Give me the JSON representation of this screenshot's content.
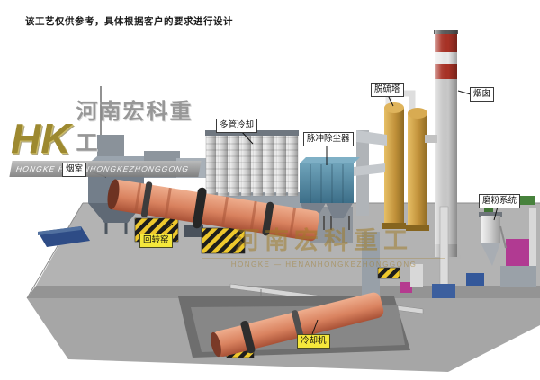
{
  "disclaimer": "该工艺仅供参考，具体根据客户的要求进行设计",
  "logo": {
    "monogram": "HK",
    "name_cn": "河南宏科重工",
    "name_en": "HONGKE  HENANHONGKEZHONGGONG"
  },
  "watermark": {
    "name_cn": "河南宏科重工",
    "name_en": "HONGKE — HENANHONGKEZHONGGONG"
  },
  "labels": {
    "smoke_chamber": "烟室",
    "multi_tube_cooler": "多管冷却",
    "pulse_dust_collector": "脉冲除尘器",
    "desulfurization_tower": "脱硫塔",
    "chimney": "烟囱",
    "grinding_system": "磨粉系统",
    "rotary_kiln": "回转窑",
    "cooling_machine": "冷却机"
  },
  "palette": {
    "kiln_body": "#d9825f",
    "dust_collector": "#4f7f99",
    "desulf_tower": "#c1913a",
    "chimney_band_red": "#a93226",
    "highlight_label": "#f4e73b",
    "watermark": "#a07c28",
    "ground": "#a6a6a6",
    "hazard_yellow": "#eec82d"
  }
}
